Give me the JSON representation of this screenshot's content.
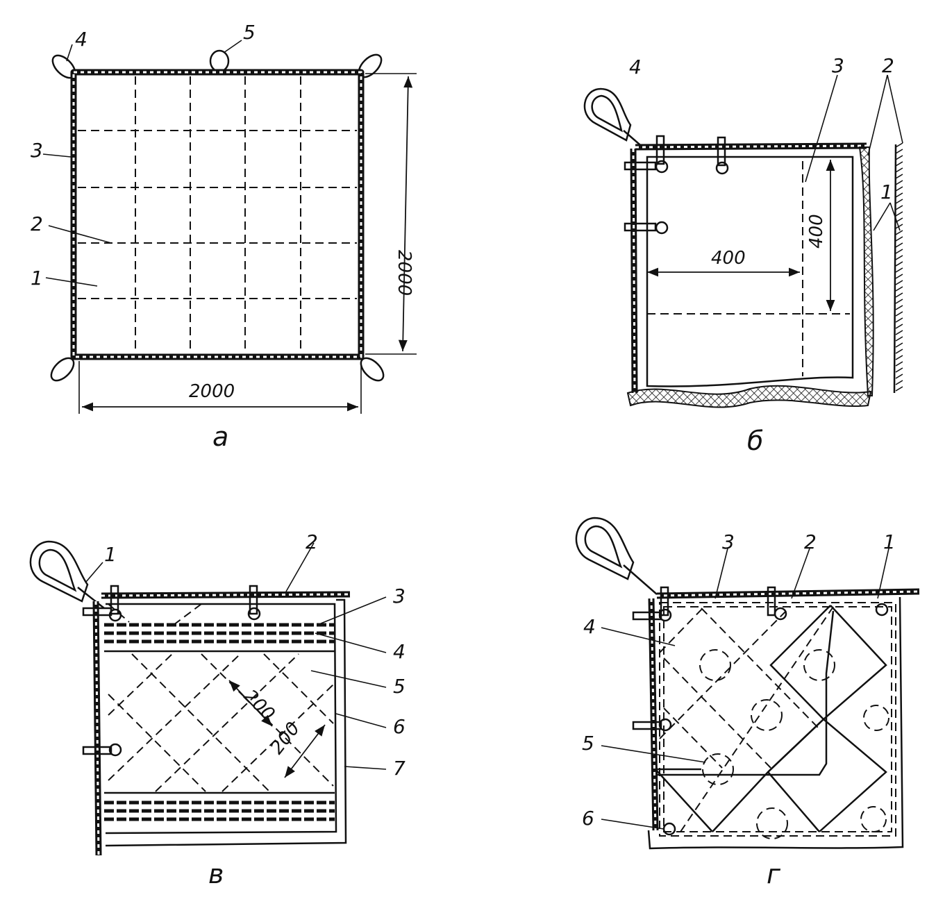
{
  "figure": {
    "panel_a": {
      "caption": "а",
      "dim_width": "2000",
      "dim_height": "2000",
      "labels": [
        "1",
        "2",
        "3",
        "4",
        "5"
      ]
    },
    "panel_b": {
      "caption": "б",
      "dim_width": "400",
      "dim_height": "400",
      "labels": [
        "4",
        "3",
        "2",
        "1"
      ]
    },
    "panel_v": {
      "caption": "в",
      "dim_1": "200",
      "dim_2": "200",
      "labels": [
        "1",
        "2",
        "3",
        "4",
        "5",
        "6",
        "7"
      ]
    },
    "panel_g": {
      "caption": "г",
      "labels": [
        "3",
        "2",
        "1",
        "4",
        "5",
        "6"
      ]
    }
  }
}
